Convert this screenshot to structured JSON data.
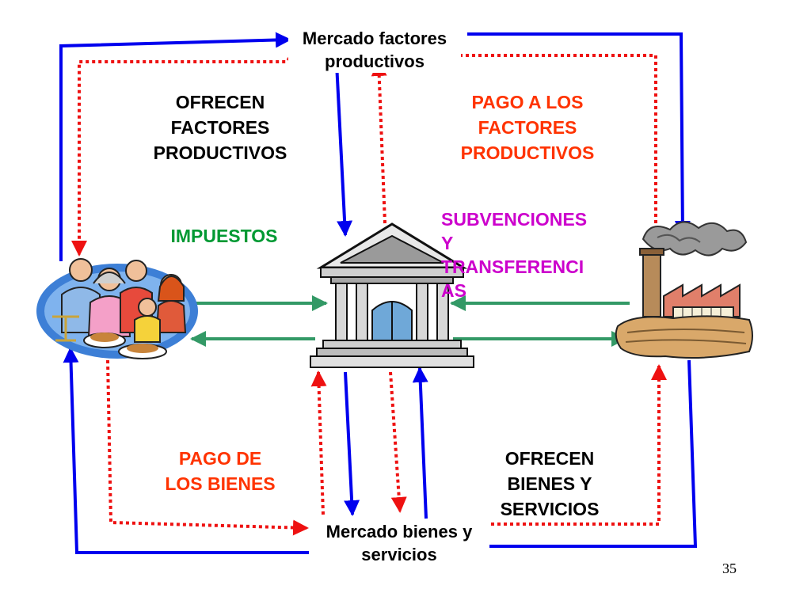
{
  "nodes": {
    "factor_market": {
      "line1": "Mercado factores",
      "line2": "productivos"
    },
    "goods_market": {
      "line1": "Mercado bienes y",
      "line2": "servicios"
    }
  },
  "labels": {
    "offer_factors": [
      "OFRECEN",
      "FACTORES",
      "PRODUCTIVOS"
    ],
    "pay_factors": [
      "PAGO A LOS",
      "FACTORES",
      "PRODUCTIVOS"
    ],
    "taxes": "IMPUESTOS",
    "subsidies": [
      "SUBVENCIONES",
      "Y",
      "TRANSFERENCI",
      "AS"
    ],
    "pay_goods": [
      "PAGO DE",
      "LOS BIENES"
    ],
    "offer_goods": [
      "OFRECEN",
      "BIENES Y",
      "SERVICIOS"
    ]
  },
  "icons": {
    "households": "family-clipart-icon",
    "government": "government-building-icon",
    "firms": "factory-clipart-icon"
  },
  "colors": {
    "real_flow": "#0000ee",
    "money_flow": "#ee1111",
    "government_flow": "#339966",
    "orange_text": "#ff3300",
    "green_text": "#009933",
    "magenta_text": "#cc00cc"
  },
  "page_number": "35"
}
